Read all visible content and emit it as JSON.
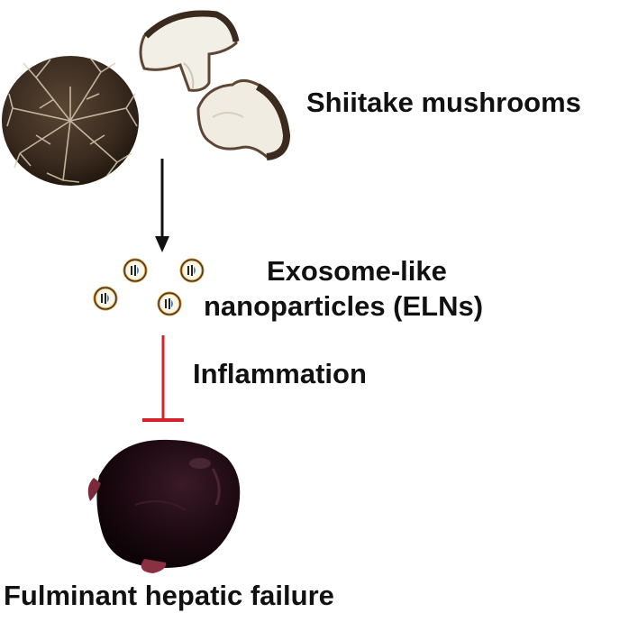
{
  "labels": {
    "source": "Shiitake mushrooms",
    "product_line1": "Exosome-like",
    "product_line2": "nanoparticles (ELNs)",
    "process": "Inflammation",
    "outcome": "Fulminant hepatic failure"
  },
  "colors": {
    "arrow": "#111111",
    "inhibition": "#d8202a",
    "mushroom_cap": "#3a2b20",
    "mushroom_flesh": "#f2efe6",
    "liver": "#1e0a12",
    "nanoparticle_ring": "#c98a2a"
  },
  "icons": [
    "mushroom-cap-image",
    "mushroom-half-image",
    "nanoparticle-icon",
    "liver-image",
    "down-arrow-icon",
    "inhibition-bar-icon"
  ]
}
